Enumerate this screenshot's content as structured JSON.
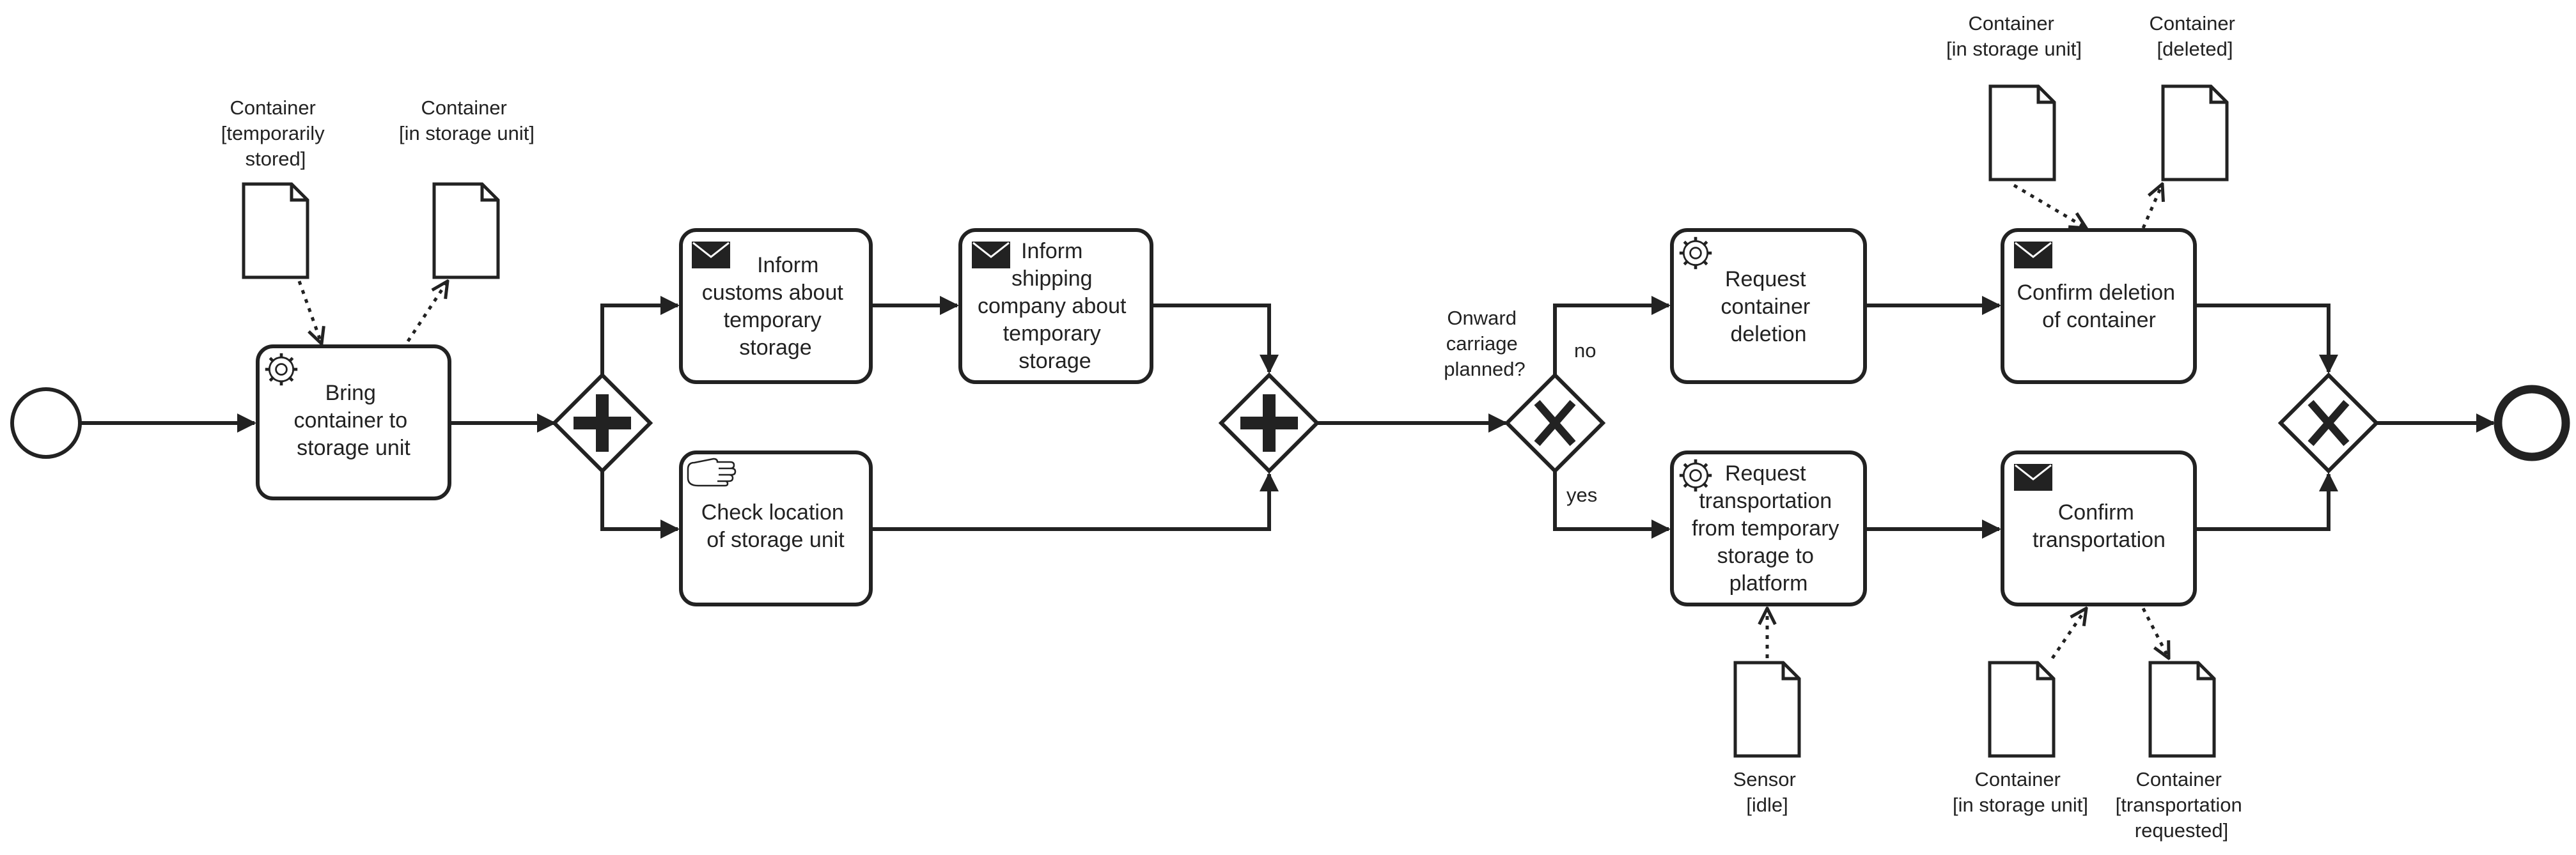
{
  "tasks": {
    "bring": [
      "Bring",
      "container to",
      "storage unit"
    ],
    "inform_customs": [
      "Inform",
      "customs about",
      "temporary",
      "storage"
    ],
    "inform_shipping": [
      "Inform",
      "shipping",
      "company about",
      "temporary",
      "storage"
    ],
    "check_location": [
      "Check location",
      "of storage unit"
    ],
    "request_deletion": [
      "Request",
      "container",
      "deletion"
    ],
    "request_transport": [
      "Request",
      "transportation",
      "from temporary",
      "storage to",
      "platform"
    ],
    "confirm_deletion": [
      "Confirm deletion",
      "of container"
    ],
    "confirm_transport": [
      "Confirm",
      "transportation"
    ]
  },
  "gateway": {
    "question": [
      "Onward",
      "carriage",
      "planned?"
    ],
    "no": "no",
    "yes": "yes"
  },
  "data_objects": {
    "d1": [
      "Container",
      "[temporarily",
      "stored]"
    ],
    "d2": [
      "Container",
      "[in storage unit]"
    ],
    "d3": [
      "Container",
      "[in storage unit]"
    ],
    "d4": [
      "Container",
      "[deleted]"
    ],
    "d5": [
      "Sensor",
      "[idle]"
    ],
    "d6": [
      "Container",
      "[in storage unit]"
    ],
    "d7": [
      "Container",
      "[transportation",
      "requested]"
    ]
  },
  "icons": {
    "service": "gear-icon",
    "send": "envelope-icon",
    "manual": "hand-icon",
    "parallel": "plus-gateway-icon",
    "exclusive": "x-gateway-icon"
  }
}
